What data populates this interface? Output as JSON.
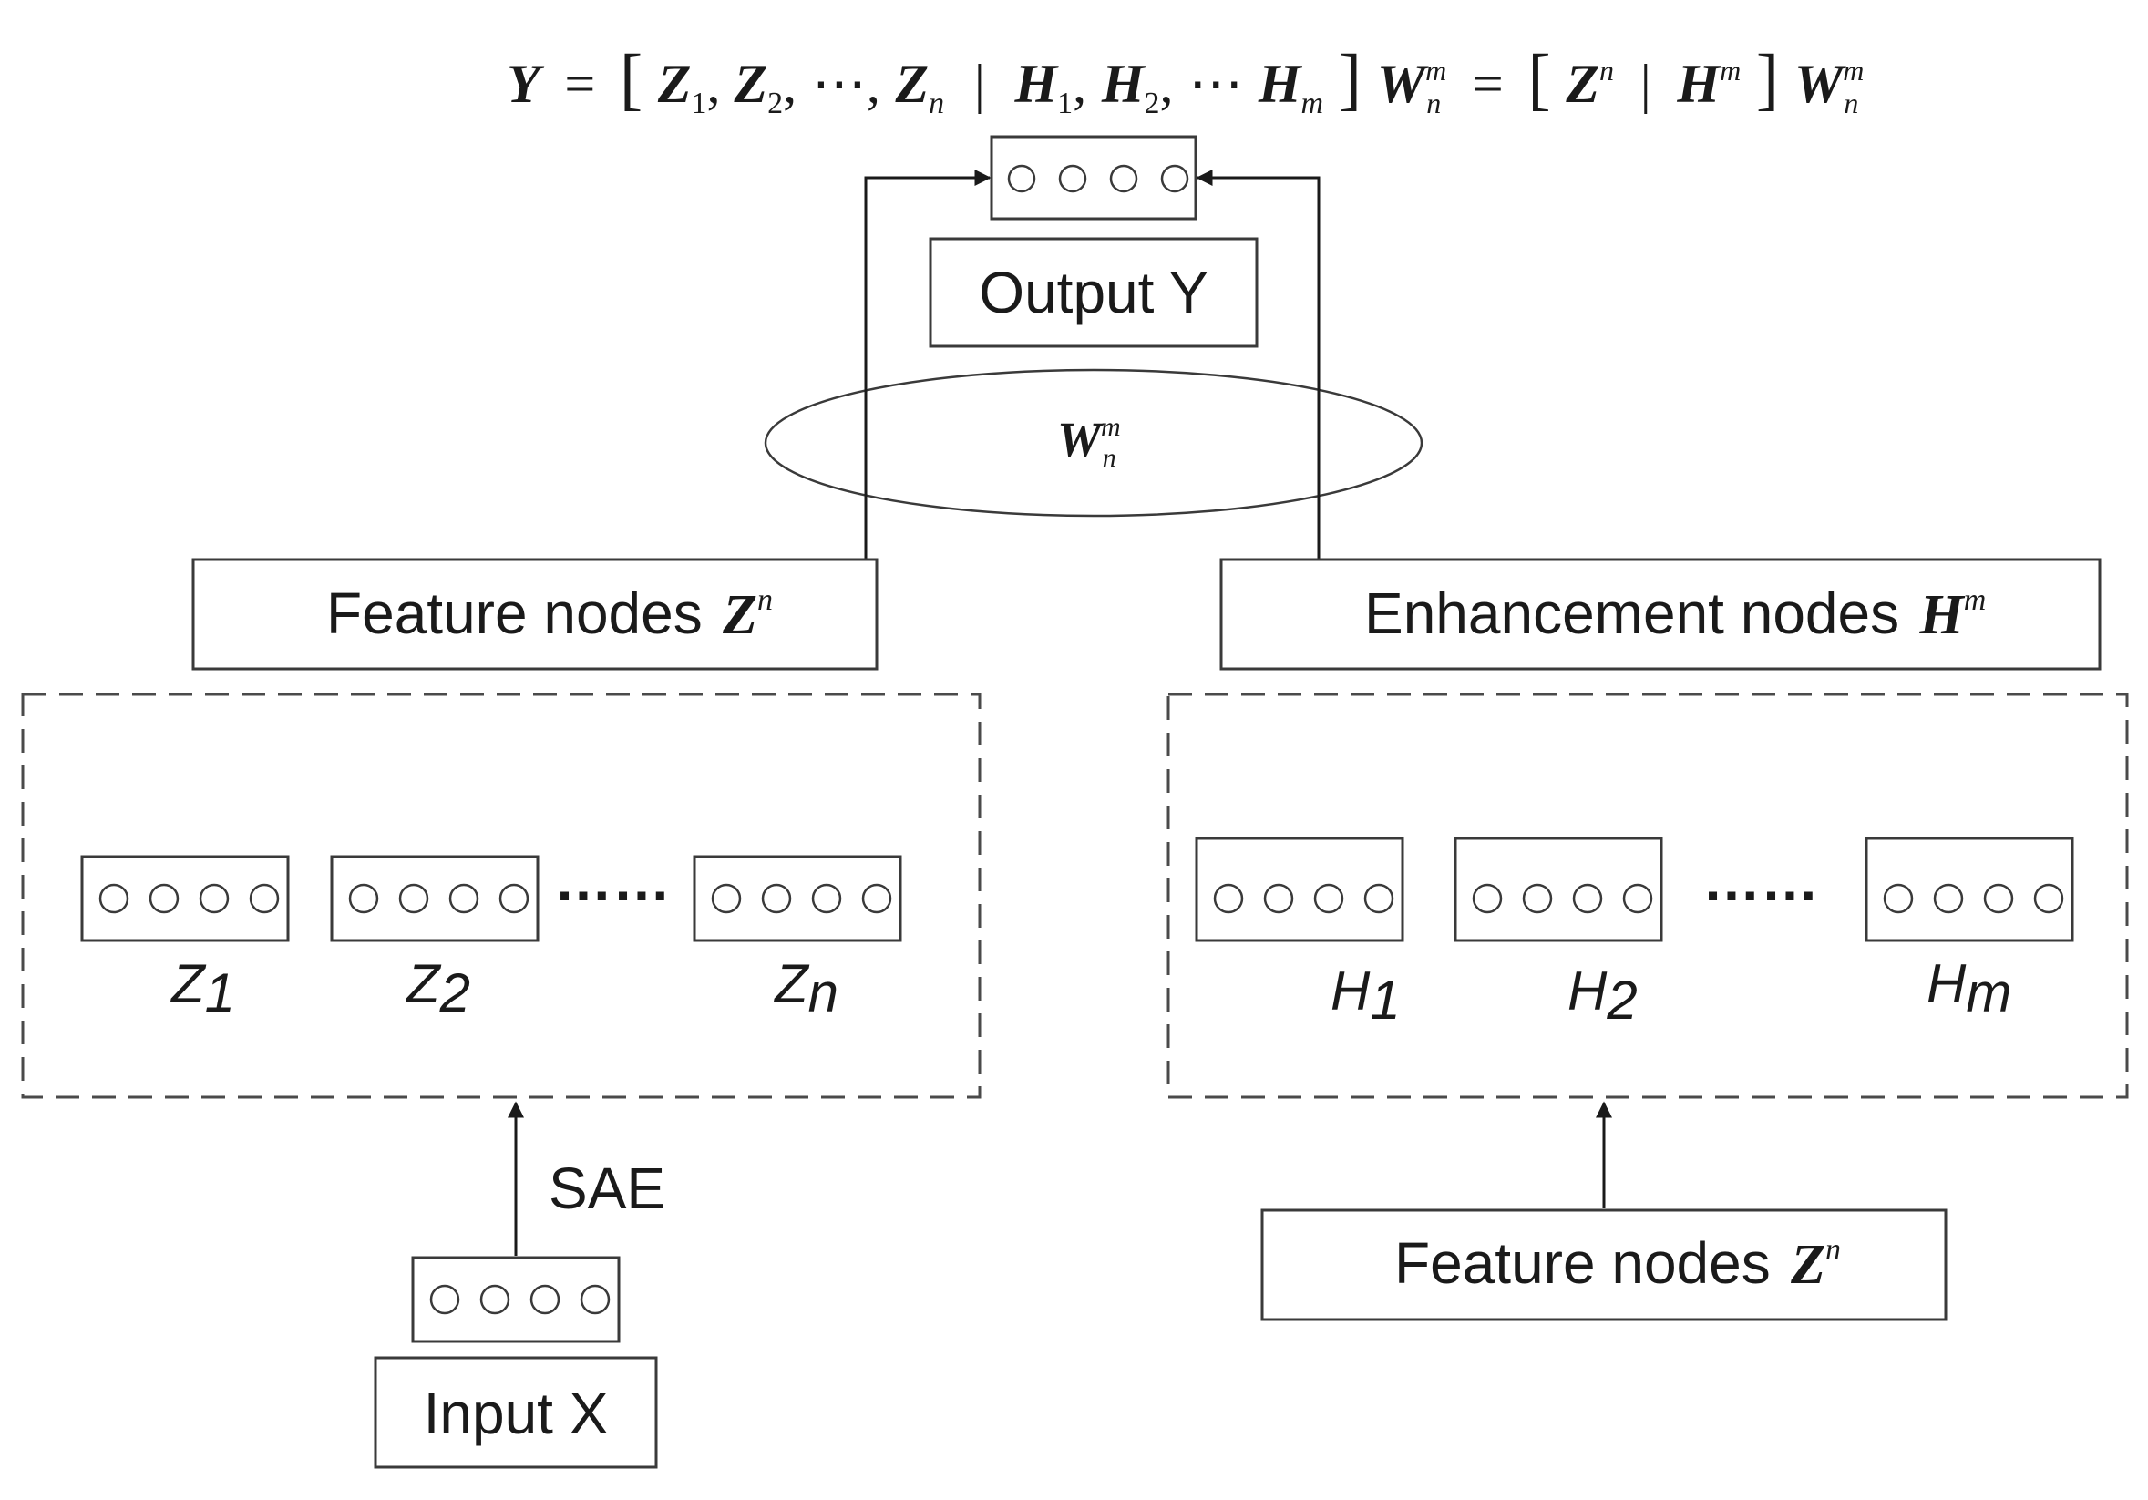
{
  "formula": {
    "lhs": "Y",
    "eq1": "=",
    "z1_sym": "Z",
    "z1_sub": "1",
    "z2_sym": "Z",
    "z2_sub": "2",
    "ellipsis1": "⋯",
    "zn_sym": "Z",
    "zn_sub": "n",
    "bar": "|",
    "h1_sym": "H",
    "h1_sub": "1",
    "h2_sym": "H",
    "h2_sub": "2",
    "ellipsis2": "⋯",
    "hm_sym": "H",
    "hm_sub": "m",
    "w_sym": "W",
    "w_sub": "n",
    "w_sup": "m",
    "eq2": "=",
    "zn2_sym": "Z",
    "zn2_sup": "n",
    "hm2_sym": "H",
    "hm2_sup": "m",
    "w2_sym": "W",
    "w2_sub": "n",
    "w2_sup": "m"
  },
  "output": {
    "label": "Output Y"
  },
  "weights": {
    "sym": "W",
    "sub": "n",
    "sup": "m"
  },
  "feature_header": {
    "label": "Feature nodes",
    "sym": "Z",
    "sup": "n"
  },
  "enhancement_header": {
    "label": "Enhancement nodes",
    "sym": "H",
    "sup": "m"
  },
  "feature_groups": [
    {
      "sym": "Z",
      "sub": "1"
    },
    {
      "sym": "Z",
      "sub": "2"
    },
    {
      "sym": "Z",
      "sub": "n"
    }
  ],
  "enhancement_groups": [
    {
      "sym": "H",
      "sub": "1"
    },
    {
      "sym": "H",
      "sub": "2"
    },
    {
      "sym": "H",
      "sub": "m"
    }
  ],
  "group_gap": "……",
  "sae": {
    "label": "SAE"
  },
  "input": {
    "label": "Input X"
  },
  "feature_source": {
    "label": "Feature nodes",
    "sym": "Z",
    "sup": "n"
  }
}
